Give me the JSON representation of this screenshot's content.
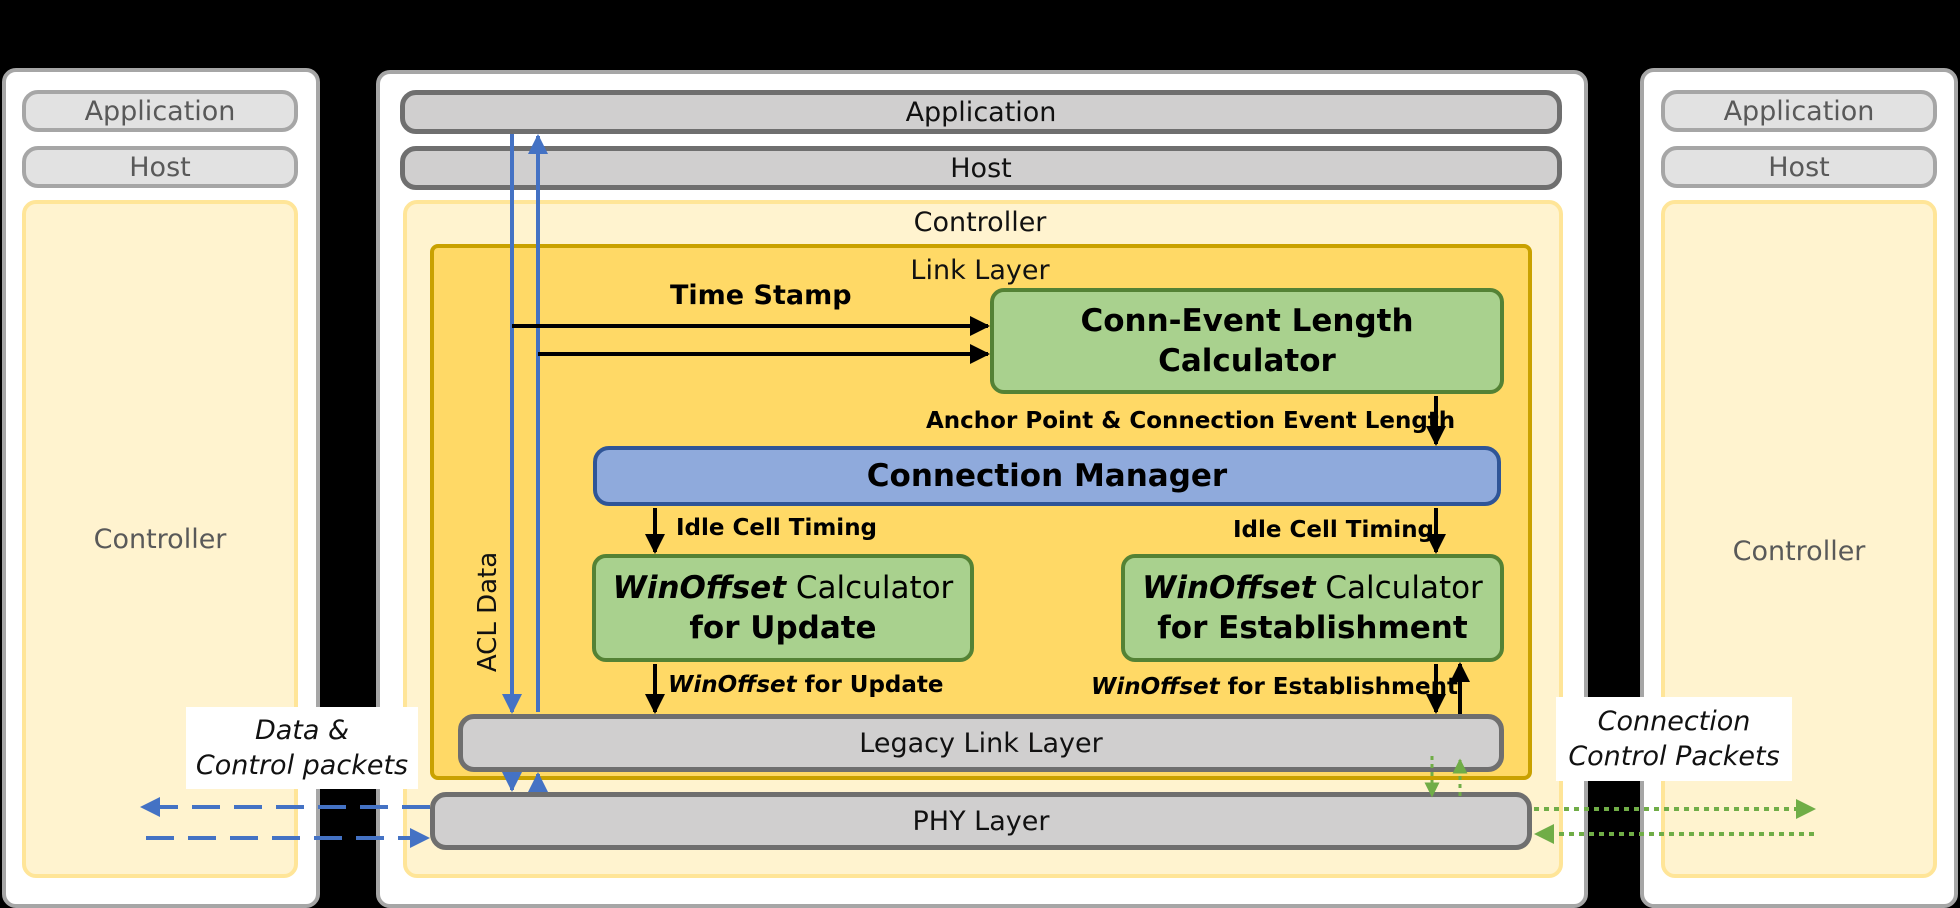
{
  "left_device": {
    "application": "Application",
    "host": "Host",
    "controller": "Controller"
  },
  "right_device": {
    "application": "Application",
    "host": "Host",
    "controller": "Controller"
  },
  "main_device": {
    "application": "Application",
    "host": "Host",
    "controller": "Controller",
    "link_layer": "Link Layer",
    "conn_event_calc": {
      "line1": "Conn-Event Length",
      "line2": "Calculator"
    },
    "connection_manager": "Connection Manager",
    "winoffset_update": {
      "italic": "WinOffset",
      "line1_rest": " Calculator",
      "line2": "for Update"
    },
    "winoffset_establish": {
      "italic": "WinOffset",
      "line1_rest": " Calculator",
      "line2": "for Establishment"
    },
    "legacy_link_layer": "Legacy Link Layer",
    "phy_layer": "PHY Layer"
  },
  "labels": {
    "time_stamp": "Time Stamp",
    "anchor_point": "Anchor Point & Connection Event Length",
    "idle_cell_timing_left": "Idle Cell Timing",
    "idle_cell_timing_right": "Idle Cell Timing",
    "winoffset_update": {
      "italic": "WinOffset",
      "rest": " for Update"
    },
    "winoffset_establish": {
      "italic": "WinOffset",
      "rest": " for Establishment"
    },
    "acl_data": "ACL Data",
    "data_control_packets": {
      "line1": "Data &",
      "line2": "Control packets"
    },
    "connection_control_packets": {
      "line1": "Connection",
      "line2": "Control Packets"
    }
  },
  "colors": {
    "data_flow": "#4472c4",
    "control_flow": "#70ad47",
    "black_flow": "#000000"
  }
}
